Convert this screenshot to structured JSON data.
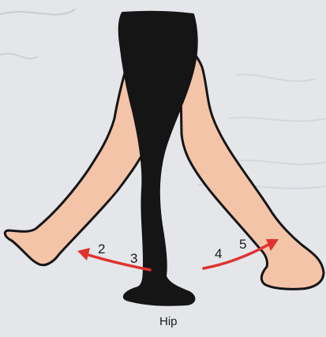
{
  "labels": {
    "left_arrow_numbers": [
      "2",
      "3"
    ],
    "right_arrow_numbers": [
      "4",
      "5"
    ],
    "caption": "Hip"
  },
  "colors": {
    "page_background": "#e4e6ea",
    "skin": "#f4c4a8",
    "stocking": "#151515",
    "outline": "#151515",
    "arrow": "#e0322f",
    "text": "#1a1a1a"
  }
}
